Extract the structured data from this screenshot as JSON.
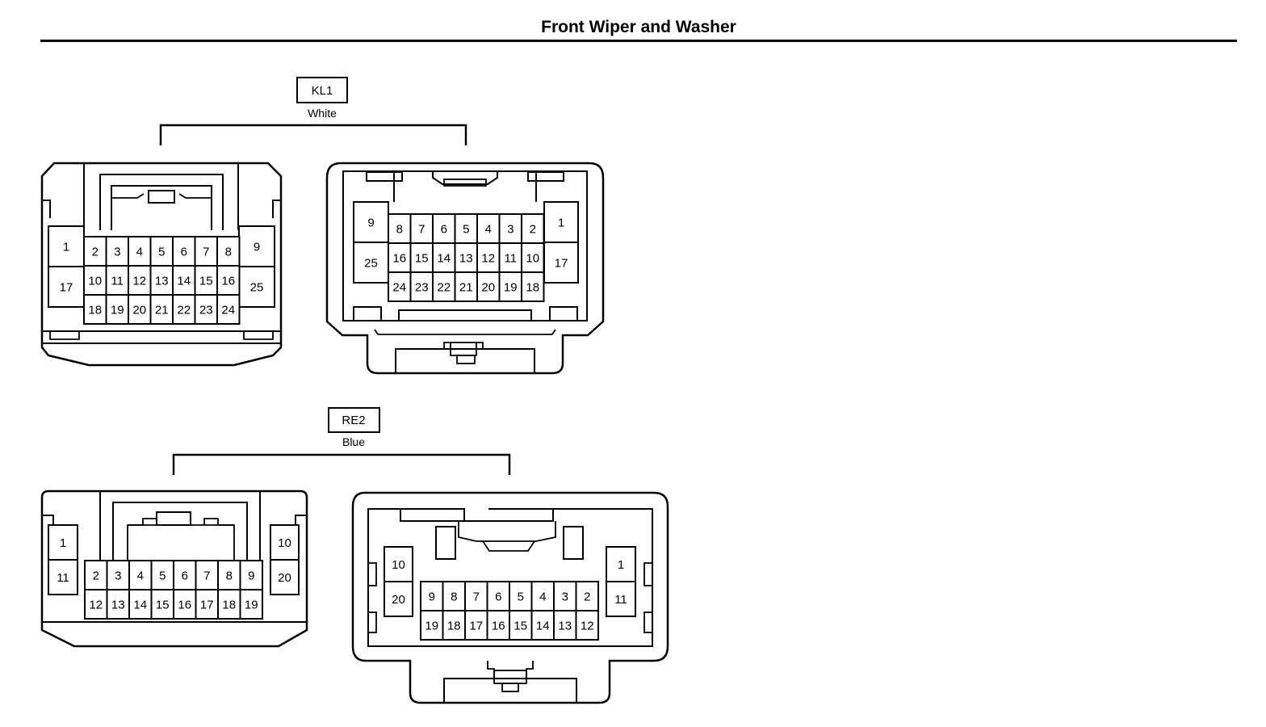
{
  "title": "Front Wiper and Washer",
  "connectors": [
    {
      "id": "KL1",
      "color": "White",
      "left_view": {
        "left_pins": [
          "1",
          "17"
        ],
        "rows": [
          [
            "2",
            "3",
            "4",
            "5",
            "6",
            "7",
            "8"
          ],
          [
            "10",
            "11",
            "12",
            "13",
            "14",
            "15",
            "16"
          ],
          [
            "18",
            "19",
            "20",
            "21",
            "22",
            "23",
            "24"
          ]
        ],
        "right_pins": [
          "9",
          "25"
        ]
      },
      "right_view": {
        "left_pins": [
          "9",
          "25"
        ],
        "rows": [
          [
            "8",
            "7",
            "6",
            "5",
            "4",
            "3",
            "2"
          ],
          [
            "16",
            "15",
            "14",
            "13",
            "12",
            "11",
            "10"
          ],
          [
            "24",
            "23",
            "22",
            "21",
            "20",
            "19",
            "18"
          ]
        ],
        "right_pins": [
          "1",
          "17"
        ]
      }
    },
    {
      "id": "RE2",
      "color": "Blue",
      "left_view": {
        "left_pins": [
          "1",
          "11"
        ],
        "rows": [
          [
            "2",
            "3",
            "4",
            "5",
            "6",
            "7",
            "8",
            "9"
          ],
          [
            "12",
            "13",
            "14",
            "15",
            "16",
            "17",
            "18",
            "19"
          ]
        ],
        "right_pins": [
          "10",
          "20"
        ]
      },
      "right_view": {
        "left_pins": [
          "10",
          "20"
        ],
        "rows": [
          [
            "9",
            "8",
            "7",
            "6",
            "5",
            "4",
            "3",
            "2"
          ],
          [
            "19",
            "18",
            "17",
            "16",
            "15",
            "14",
            "13",
            "12"
          ]
        ],
        "right_pins": [
          "1",
          "11"
        ]
      }
    }
  ]
}
